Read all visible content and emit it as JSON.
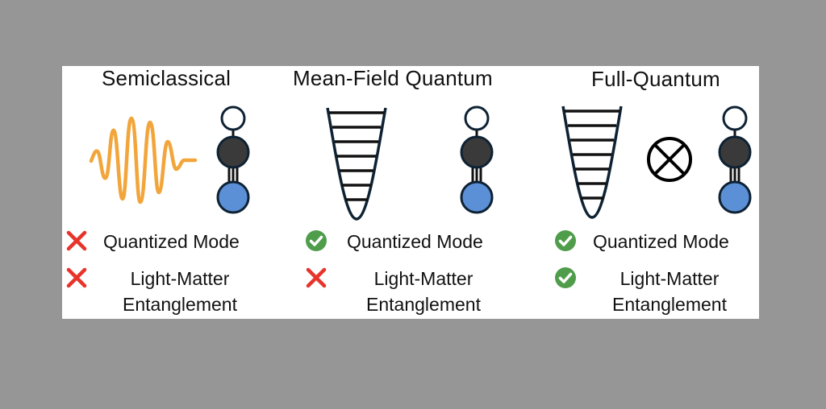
{
  "columns": [
    {
      "title": "Semiclassical",
      "light_icon": "classical-wave-packet",
      "features": [
        {
          "label": "Quantized Mode",
          "status": "no"
        },
        {
          "label_line1": "Light-Matter",
          "label_line2": "Entanglement",
          "status": "no"
        }
      ]
    },
    {
      "title": "Mean-Field Quantum",
      "light_icon": "harmonic-oscillator-levels",
      "features": [
        {
          "label": "Quantized Mode",
          "status": "yes"
        },
        {
          "label_line1": "Light-Matter",
          "label_line2": "Entanglement",
          "status": "no"
        }
      ]
    },
    {
      "title": "Full-Quantum",
      "light_icon": "harmonic-oscillator-levels",
      "operator": "tensor-product",
      "features": [
        {
          "label": "Quantized Mode",
          "status": "yes"
        },
        {
          "label_line1": "Light-Matter",
          "label_line2": "Entanglement",
          "status": "yes"
        }
      ]
    }
  ],
  "colors": {
    "wave": "#f2a53a",
    "outline": "#0e2233",
    "atom_top": "#ffffff",
    "atom_mid": "#3a3a3a",
    "atom_bottom": "#5b8fd6",
    "cross": "#e8332a",
    "check": "#4f9d4b",
    "background": "#969696",
    "panel": "#ffffff"
  }
}
